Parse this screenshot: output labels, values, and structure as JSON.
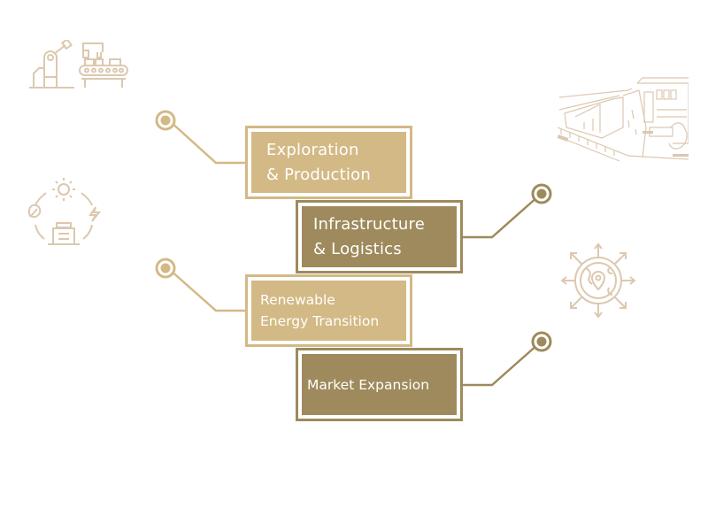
{
  "diagram": {
    "colors": {
      "light_gold": "#d3b985",
      "dark_gold": "#9e8a5c",
      "icon_stroke": "#dcc8b0",
      "background": "#ffffff"
    },
    "boxes": [
      {
        "id": "exploration",
        "label": "Exploration\n& Production",
        "style": "light",
        "side": "left"
      },
      {
        "id": "infrastructure",
        "label": "Infrastructure\n& Logistics",
        "style": "dark",
        "side": "right"
      },
      {
        "id": "renewable",
        "label": "Renewable\nEnergy Transition",
        "style": "light",
        "side": "left"
      },
      {
        "id": "market",
        "label": "Market Expansion",
        "style": "dark",
        "side": "right"
      }
    ],
    "side_items": [
      {
        "for": "exploration",
        "icon": "industrial-robot-conveyor-icon",
        "description": ""
      },
      {
        "for": "renewable",
        "icon": "renewable-energy-cycle-icon",
        "description": ""
      },
      {
        "for": "infrastructure",
        "icon": "railway-station-sketch-icon",
        "description": ""
      },
      {
        "for": "market",
        "icon": "global-location-expansion-icon",
        "description": ""
      }
    ]
  }
}
